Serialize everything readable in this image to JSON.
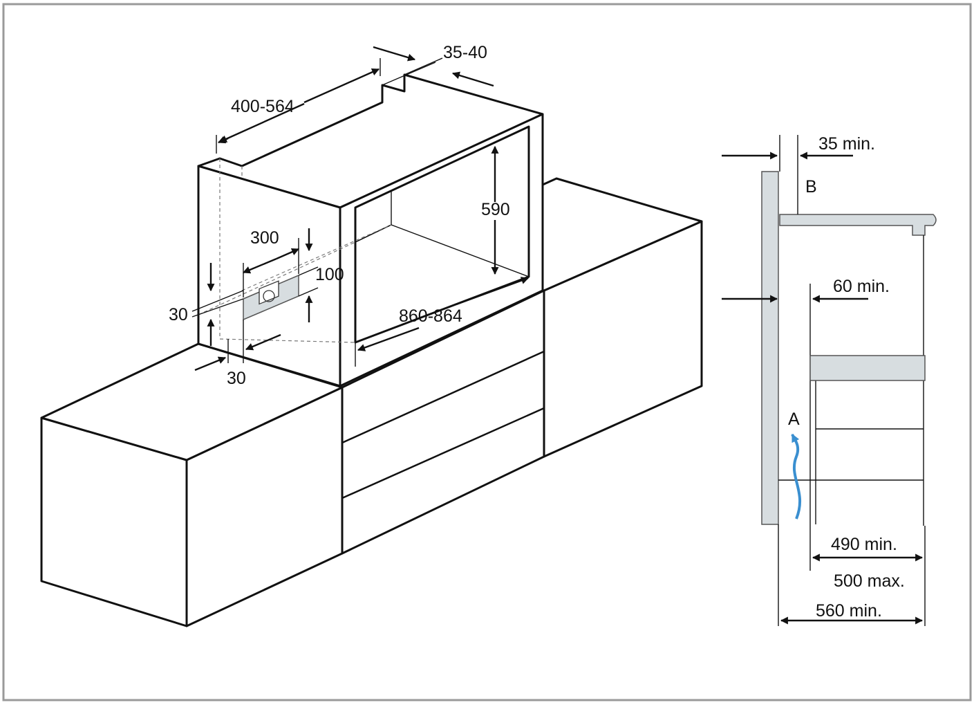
{
  "diagram": {
    "dims": {
      "d35_40": "35-40",
      "d400_564": "400-564",
      "d590": "590",
      "d300": "300",
      "d100": "100",
      "d30_left": "30",
      "d30_bottom": "30",
      "d860_864": "860-864",
      "d35min": "35 min.",
      "d60min": "60 min.",
      "d490min": "490 min.",
      "d500max": "500 max.",
      "d560min": "560 min."
    },
    "labels": {
      "b": "B",
      "a": "A"
    },
    "colors": {
      "line": "#111111",
      "panel": "#d7dde0",
      "airflow": "#3a8fd0",
      "frame": "#9a9a9a"
    }
  }
}
